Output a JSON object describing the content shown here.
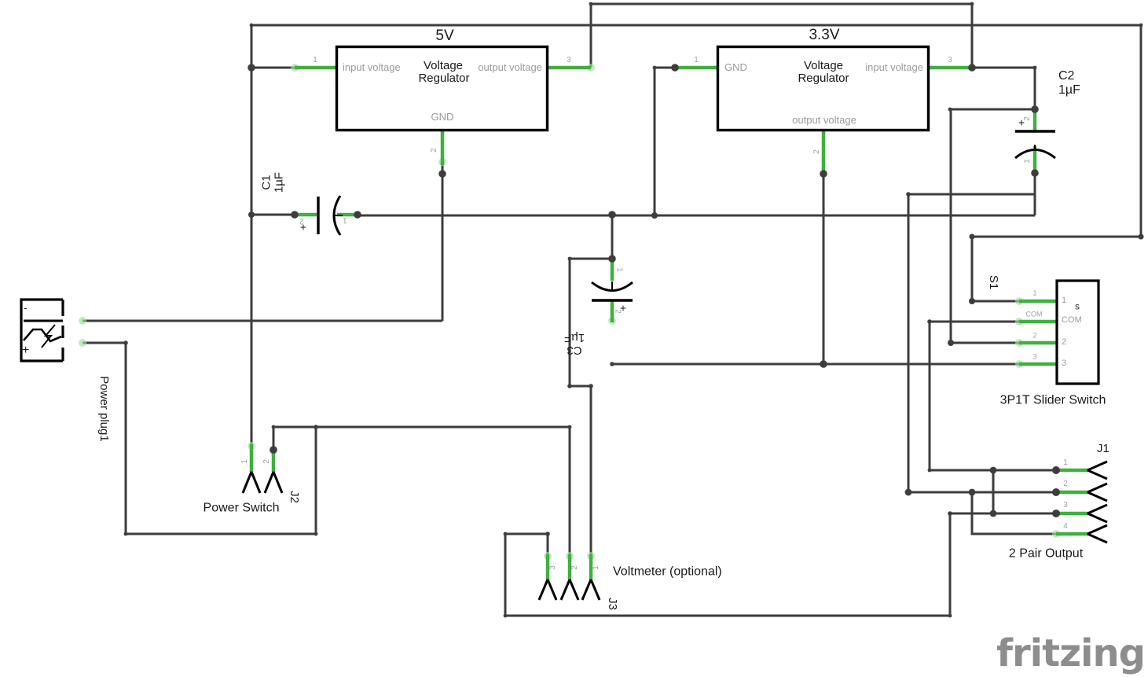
{
  "colors": {
    "wire": "#3d3d3d",
    "lead_green": "#3fb03f",
    "lead_glow": "#9ce59c",
    "label_gray": "#9b9b9b",
    "text": "#1a1a1a",
    "logo_gray": "#8d8d8d"
  },
  "regulator_5v": {
    "title": "5V",
    "line1": "Voltage",
    "line2": "Regulator",
    "pin_left": "input voltage",
    "pin_right": "output voltage",
    "pin_bottom": "GND",
    "num_left": "1",
    "num_right": "3",
    "num_bottom": "2"
  },
  "regulator_33v": {
    "title": "3.3V",
    "line1": "Voltage",
    "line2": "Regulator",
    "pin_left": "GND",
    "pin_right": "input voltage",
    "pin_bottom": "output voltage",
    "num_left": "1",
    "num_right": "3",
    "num_bottom": "2"
  },
  "c1": {
    "ref": "C1",
    "value": "1µF",
    "plus": "+",
    "num_left": "2",
    "num_right": "1"
  },
  "c2": {
    "ref": "C2",
    "value": "1µF",
    "plus": "+",
    "num_top": "2",
    "num_bottom": "1"
  },
  "c3": {
    "ref": "C3",
    "value": "1µF",
    "plus": "+",
    "num_top": "1",
    "num_bottom": "2"
  },
  "power_plug": {
    "label": "Power plug1",
    "minus": "-",
    "plus": "+"
  },
  "power_switch": {
    "label": "Power Switch",
    "ref": "J2",
    "num1": "1",
    "num2": "2"
  },
  "voltmeter": {
    "label": "Voltmeter (optional)",
    "ref": "J3",
    "nums": [
      "3",
      "2",
      "1"
    ]
  },
  "slider_switch": {
    "label": "3P1T Slider Switch",
    "ref": "S1",
    "inner_s": "s",
    "outer": [
      "1",
      "COM",
      "2",
      "3"
    ],
    "inner": [
      "1",
      "COM",
      "2",
      "3"
    ]
  },
  "output": {
    "label": "2 Pair Output",
    "ref": "J1",
    "nums": [
      "1",
      "2",
      "3",
      "4"
    ]
  },
  "watermark": "fritzing"
}
